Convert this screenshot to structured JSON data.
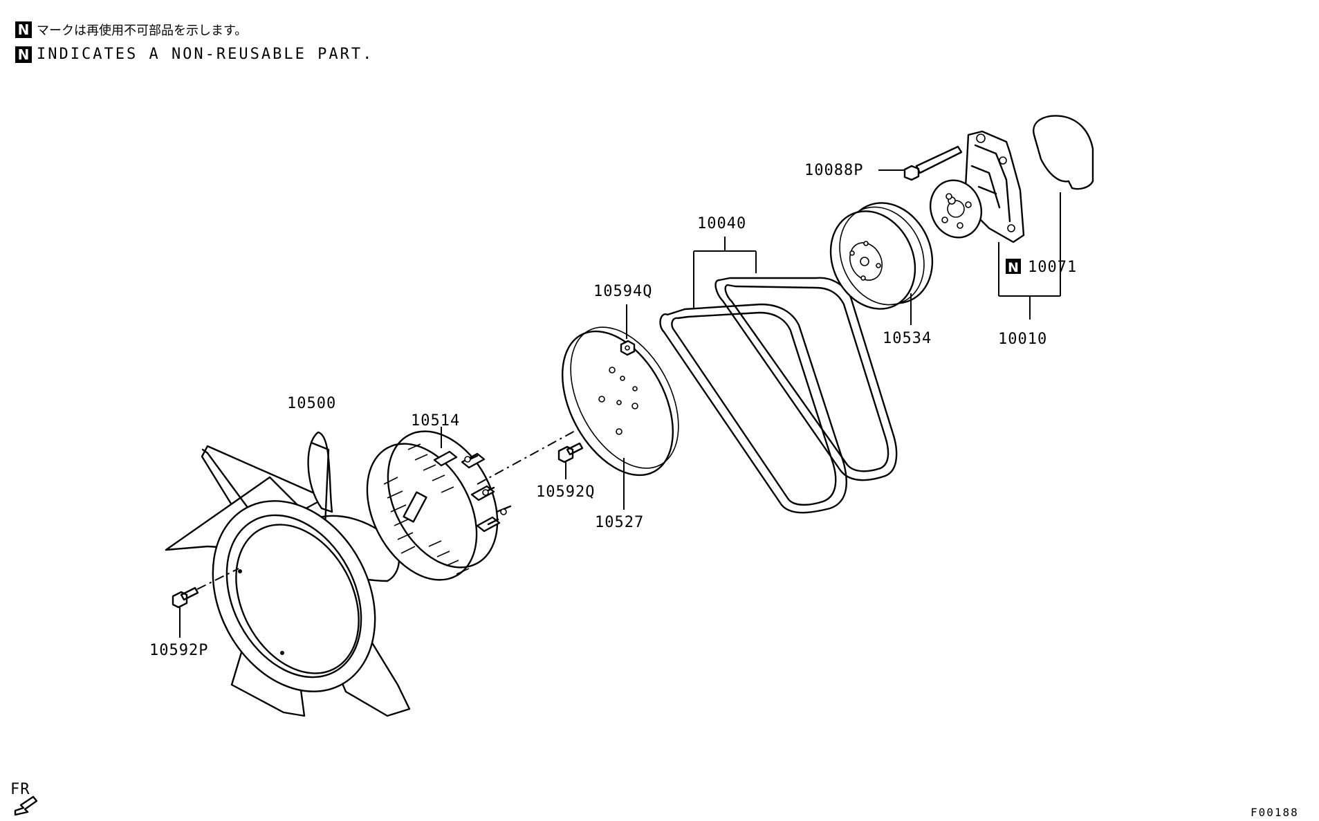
{
  "legend": {
    "marker": "N",
    "line_ja": "マークは再使用不可部品を示します。",
    "line_en": "INDICATES A NON-REUSABLE PART."
  },
  "parts": {
    "p10500": "10500",
    "p10514": "10514",
    "p10592P": "10592P",
    "p10592Q": "10592Q",
    "p10594Q": "10594Q",
    "p10527": "10527",
    "p10040": "10040",
    "p10534": "10534",
    "p10088P": "10088P",
    "p10071": "10071",
    "p10010": "10010"
  },
  "orientation": {
    "label": "FR"
  },
  "figure_code": "F00188"
}
